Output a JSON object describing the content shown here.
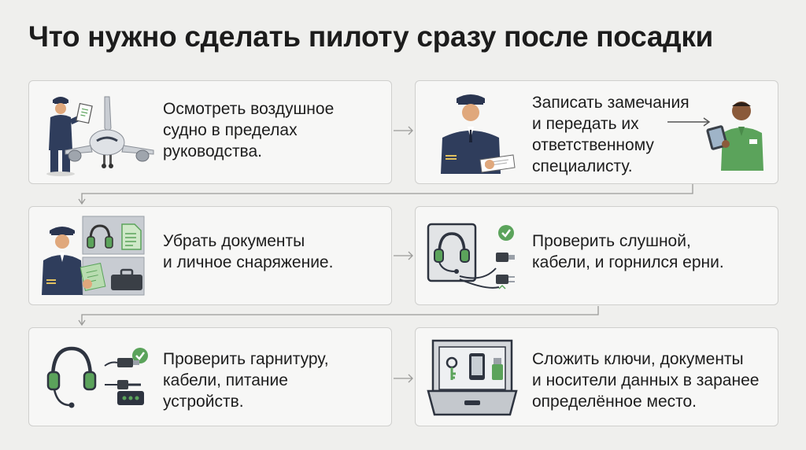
{
  "title": "Что нужно сделать пилоту сразу после посадки",
  "steps": [
    {
      "lines": [
        "Осмотреть воздушное",
        "судно в пределах",
        "руководства."
      ],
      "icons": [
        "pilot-with-clipboard-icon",
        "airplane-icon"
      ]
    },
    {
      "lines": [
        "Записать замечания",
        "и передать их",
        "ответственному",
        "специалисту."
      ],
      "icons": [
        "pilot-writing-icon",
        "arrow-right-icon",
        "technician-with-tablet-icon"
      ]
    },
    {
      "lines": [
        "Убрать документы",
        "и личное снаряжение."
      ],
      "icons": [
        "pilot-with-documents-icon",
        "headset-icon",
        "document-icon",
        "folder-icon",
        "briefcase-icon"
      ]
    },
    {
      "lines": [
        "Проверить слушной,",
        "кабели, и горнился ерни."
      ],
      "icons": [
        "headset-icon",
        "check-icon",
        "cable-plug-icon"
      ]
    },
    {
      "lines": [
        "Проверить гарнитуру,",
        "кабели, питание",
        "устройств."
      ],
      "icons": [
        "headset-icon",
        "check-icon",
        "cable-plug-icon",
        "power-bank-icon"
      ]
    },
    {
      "lines": [
        "Сложить ключи, документы",
        "и носители данных в заранее",
        "определённое место."
      ],
      "icons": [
        "drawer-icon",
        "keys-icon",
        "phone-icon",
        "usb-drive-icon"
      ]
    }
  ],
  "colors": {
    "accent_green": "#5ba35b",
    "navy_uniform": "#2f3d5c",
    "card_background": "#f7f7f6",
    "page_background": "#efefed"
  }
}
